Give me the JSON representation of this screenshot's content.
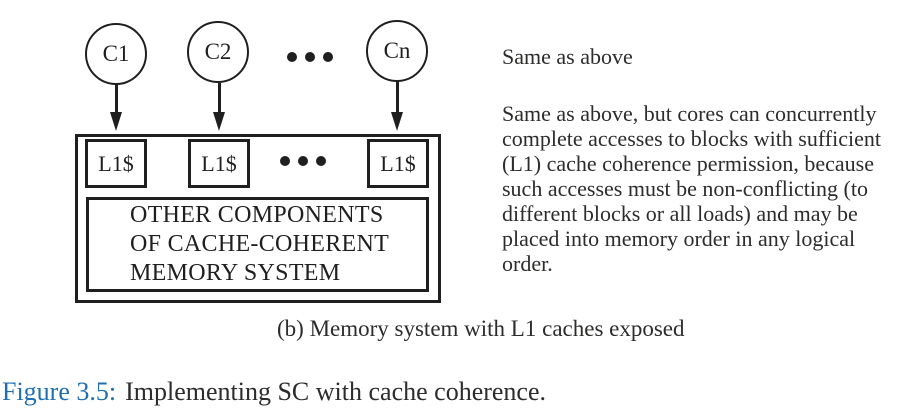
{
  "colors": {
    "ink": "#1f1f1f",
    "text": "#2d2c2b",
    "figure_label_blue": "#1e6fb2",
    "background": "#ffffff"
  },
  "diagram": {
    "cores": [
      {
        "label": "C1"
      },
      {
        "label": "C2"
      },
      {
        "label": "Cn"
      }
    ],
    "caches": [
      {
        "label": "L1$"
      },
      {
        "label": "L1$"
      },
      {
        "label": "L1$"
      }
    ],
    "memory_box": {
      "line1": "OTHER COMPONENTS",
      "line2": "OF CACHE-COHERENT",
      "line3": "MEMORY SYSTEM"
    }
  },
  "annotations": {
    "note_top": "Same as above",
    "note_body_lines": [
      "Same as above, but cores can concurrently",
      "complete accesses to blocks with sufficient",
      "(L1) cache coherence permission, because",
      "such accesses must be non-conflicting (to",
      "different blocks or all loads) and may be",
      "placed into memory order in any logical",
      "order."
    ]
  },
  "captions": {
    "panel": "(b) Memory system with L1 caches exposed",
    "figure_label": "Figure 3.5:",
    "figure_text": "Implementing SC with cache coherence."
  }
}
